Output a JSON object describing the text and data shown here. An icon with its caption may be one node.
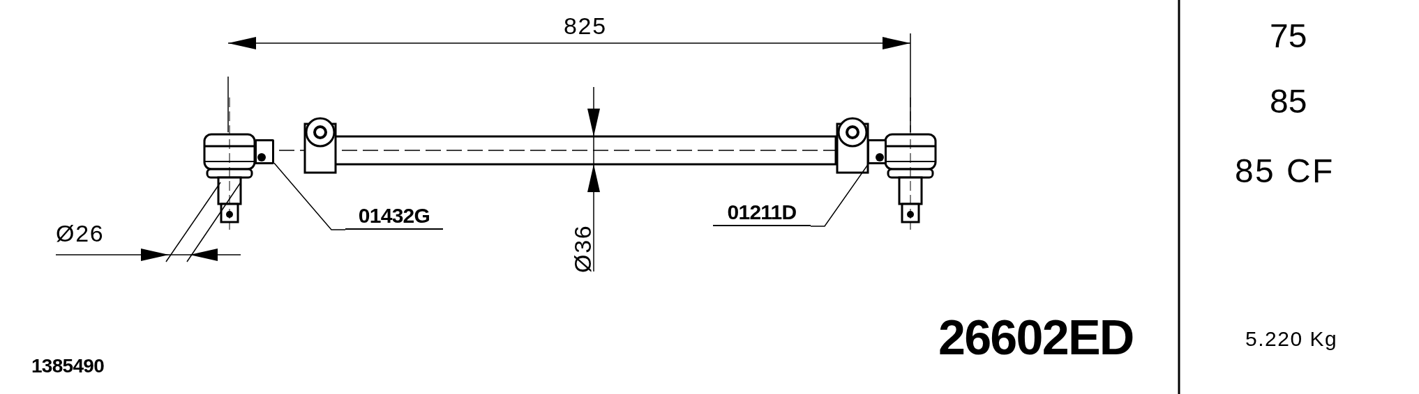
{
  "diagram": {
    "nodes": [
      {
        "text": [
          "01432G"
        ]
      },
      {
        "text": [],
        "shape": "box"
      },
      {
        "text": [
          "01211D"
        ]
      },
      {
        "text": [],
        "shape": "box"
      }
    ],
    "edges": [
      {
        "from": 0,
        "to": 1,
        "arrow": "none"
      },
      {
        "from": 2,
        "to": 3,
        "arrow": "none"
      }
    ],
    "labels": [
      "825",
      "Ø26",
      "Ø36",
      "75",
      "85",
      "85 CF",
      "26602ED",
      "5.220 Kg",
      "1385490"
    ]
  }
}
